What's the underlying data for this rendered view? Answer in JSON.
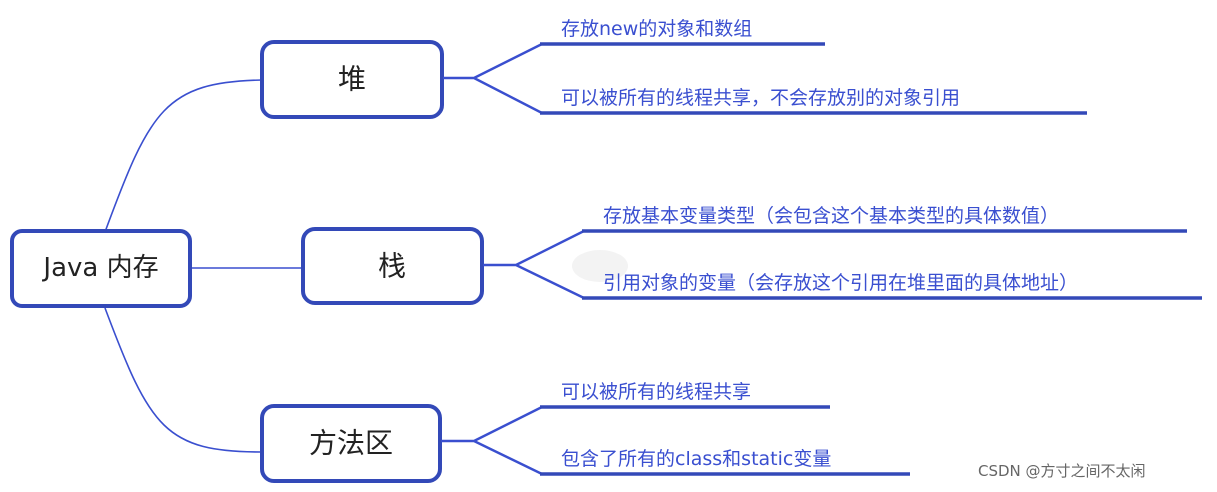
{
  "root": {
    "label": "Java 内存"
  },
  "branches": [
    {
      "label": "堆",
      "items": [
        "存放new的对象和数组",
        "可以被所有的线程共享，不会存放别的对象引用"
      ]
    },
    {
      "label": "栈",
      "items": [
        "存放基本变量类型（会包含这个基本类型的具体数值）",
        "引用对象的变量（会存放这个引用在堆里面的具体地址）"
      ]
    },
    {
      "label": "方法区",
      "items": [
        "可以被所有的线程共享",
        "包含了所有的class和static变量"
      ]
    }
  ],
  "watermark": "CSDN @方寸之间不太闲",
  "colors": {
    "accent": "#3349b8",
    "item_text": "#3a4fd0",
    "node_text": "#222222"
  }
}
